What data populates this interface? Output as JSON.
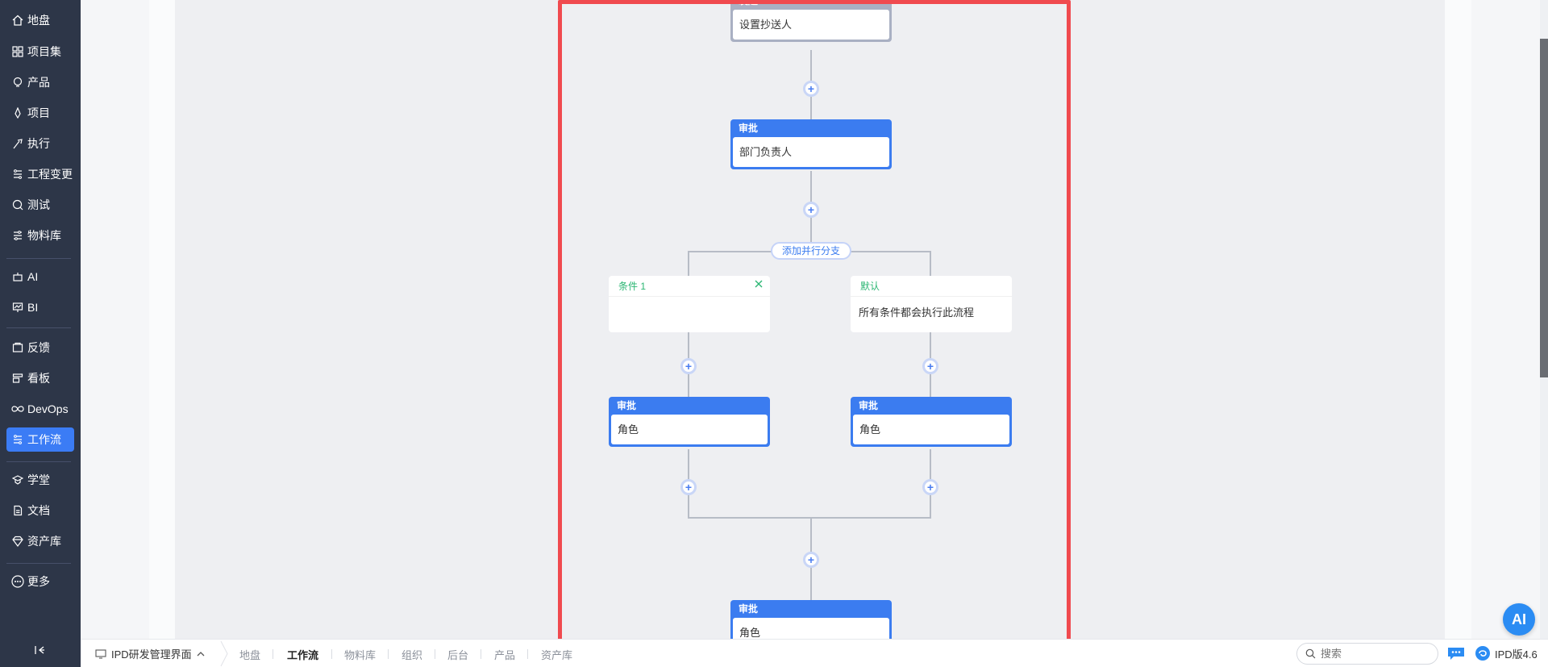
{
  "sidebar": {
    "items": [
      {
        "label": "地盘",
        "icon": "home-icon"
      },
      {
        "label": "项目集",
        "icon": "grid-icon"
      },
      {
        "label": "产品",
        "icon": "bulb-icon"
      },
      {
        "label": "项目",
        "icon": "rocket-icon"
      },
      {
        "label": "执行",
        "icon": "run-icon"
      },
      {
        "label": "工程变更",
        "icon": "change-icon"
      },
      {
        "label": "测试",
        "icon": "test-icon"
      },
      {
        "label": "物料库",
        "icon": "material-icon"
      },
      {
        "label": "AI",
        "icon": "robot-icon"
      },
      {
        "label": "BI",
        "icon": "chart-icon"
      },
      {
        "label": "反馈",
        "icon": "feedback-icon"
      },
      {
        "label": "看板",
        "icon": "board-icon"
      },
      {
        "label": "DevOps",
        "icon": "infinity-icon"
      },
      {
        "label": "工作流",
        "icon": "workflow-icon"
      },
      {
        "label": "学堂",
        "icon": "school-icon"
      },
      {
        "label": "文档",
        "icon": "doc-icon"
      },
      {
        "label": "资产库",
        "icon": "diamond-icon"
      },
      {
        "label": "更多",
        "icon": "more-icon"
      }
    ],
    "active": "工作流"
  },
  "flow": {
    "start_node": {
      "head": "发起",
      "body": "设置抄送人"
    },
    "approve_node_1": {
      "head": "审批",
      "body": "部门负责人"
    },
    "branch_button": "添加并行分支",
    "condition_left": {
      "title": "条件 1",
      "desc": ""
    },
    "condition_right": {
      "title": "默认",
      "desc": "所有条件都会执行此流程"
    },
    "approve_left": {
      "head": "审批",
      "body": "角色"
    },
    "approve_right": {
      "head": "审批",
      "body": "角色"
    },
    "approve_bottom": {
      "head": "审批",
      "body": "角色"
    },
    "plus_symbol": "+"
  },
  "bottombar": {
    "title": "IPD研发管理界面",
    "tabs": [
      "地盘",
      "工作流",
      "物料库",
      "组织",
      "后台",
      "产品",
      "资产库"
    ],
    "active_tab": "工作流",
    "search_placeholder": "搜索",
    "version": "IPD版4.6"
  },
  "ai_button": "AI",
  "colors": {
    "sidebar_bg": "#2d3648",
    "accent": "#3b7cf5",
    "highlight_border": "#f04a4f",
    "start_node": "#a9b0c3",
    "condition_title": "#2bb673"
  }
}
